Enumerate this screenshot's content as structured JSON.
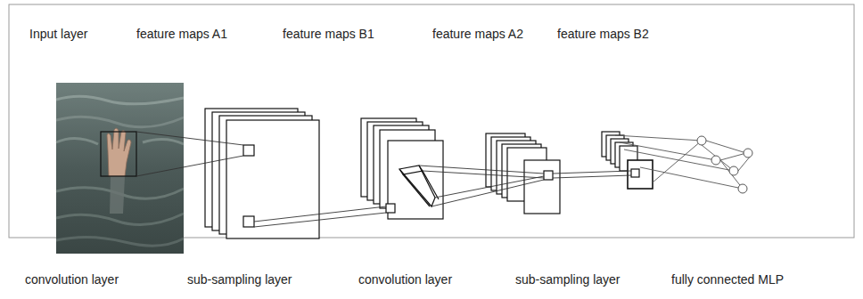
{
  "diagram": {
    "labels": [
      "Input layer",
      "feature maps A1",
      "feature maps B1",
      "feature maps A2",
      "feature maps B2",
      "convolution layer",
      "sub-sampling layer",
      "convolution layer",
      "sub-sampling layer",
      "fully connected MLP"
    ]
  }
}
